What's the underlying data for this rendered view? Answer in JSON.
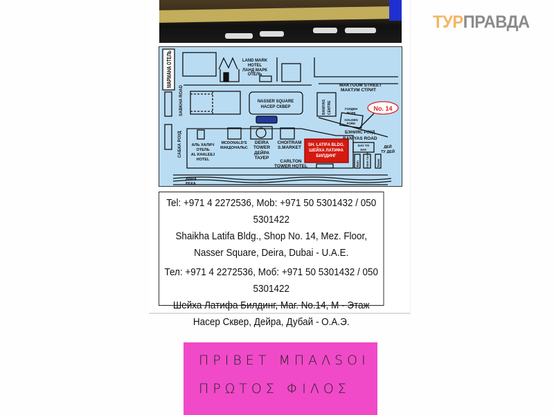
{
  "logo": {
    "part1": "ТУР",
    "part2": "ПРАВДА"
  },
  "map": {
    "marmana": "МАРМАНА ОТЕЛЬ",
    "landmark": [
      "LAND MARK",
      "HOTEL",
      "ЛАНД МАРК",
      "ОТЕЛЬ"
    ],
    "maktoum": [
      "MAKTOUM STREET",
      "МАКТУМ СТРИТ"
    ],
    "sabkha_road": "SABKHA ROAD",
    "sabkha_road_ru": "САБХА РОУД",
    "nasser": [
      "NASSER SQUARE",
      "НАСЕР СКВЕР"
    ],
    "baniyas_centre": [
      "BANIYAS",
      "CENTRE"
    ],
    "golden_fork_ru": [
      "ГОЛДЕН",
      "ФОРК"
    ],
    "golden_fork": [
      "GOLDEN",
      "FORK"
    ],
    "no14": "No. 14",
    "baniyas_road": [
      "БЭНИЯС РОУД",
      "BANIYAS ROAD"
    ],
    "al_khaleej": [
      "АЛЬ ХАЛИЧ",
      "ОТЕЛЬ",
      "AL KHALEEJ",
      "HOTEL"
    ],
    "mcdonalds": [
      "MCDONALD'S",
      "МАКДОНАЛЬС"
    ],
    "deira": [
      "DEIRA",
      "TOWER",
      "ДЕЙРА",
      "ТАУЕР"
    ],
    "choitram": [
      "CHOITRAM",
      "S.MARKET"
    ],
    "latifa": [
      "SH. LATIFA BLDG.",
      "ШЕЙХА ЛАТИФА",
      "БИЛДИНГ"
    ],
    "carlton": [
      "CARLTON",
      "TOWER HOTEL"
    ],
    "day_to_day": [
      "DAY TO",
      "DAY"
    ],
    "day_to_day_ru": [
      "ДЕЙ",
      "ТУ ДЕЙ"
    ],
    "twin": "Twin",
    "twin_ru": "ТВИН ТАУЭР",
    "tower": "Tower",
    "abra": [
      "ABRA",
      "РЕКА"
    ]
  },
  "info": {
    "en": [
      "Tel: +971 4 2272536, Mob: +971 50 5301432 / 050 5301422",
      "Shaikha Latifa Bldg., Shop No. 14, Mez.  Floor,",
      "Nasser Square, Deira, Dubai - U.A.E."
    ],
    "ru": [
      "Тел: +971 4 2272536, Моб: +971 50 5301432 / 050 5301422",
      "Шейха Латифа Билдинг, Маг. No.14, M - Этаж",
      "Насер Сквер, Дейра, Дубай - О.А.Э."
    ]
  },
  "note": [
    "ΠΡΙΒΕΤ  ΜΠΑΛSOI",
    "ΠΡΩΤΟΣ    ΦΙΛΟΣ"
  ]
}
